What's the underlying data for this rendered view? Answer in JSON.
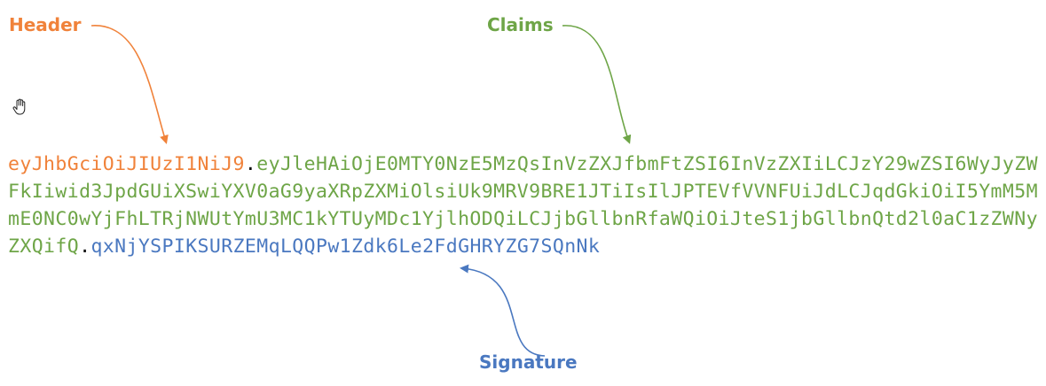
{
  "labels": {
    "header": "Header",
    "claims": "Claims",
    "signature": "Signature"
  },
  "token": {
    "header": "eyJhbGciOiJIUzI1NiJ9",
    "sep1": ".",
    "claims": "eyJleHAiOjE0MTY0NzE5MzQsInVzZXJfbmFtZSI6InVzZXIiLCJzY29wZSI6WyJyZWFkIiwid3JpdGUiXSwiYXV0aG9yaXRpZXMiOlsiUk9MRV9BRE1JTiIsIlJPTEVfVVNFUiJdLCJqdGkiOiI5YmM5MmE0NC0wYjFhLTRjNWUtYmU3MC1kYTUyMDc1YjlhODQiLCJjbGllbnRfaWQiOiJteS1jbGllbnQtd2l0aC1zZWNyZXQifQ",
    "sep2": ".",
    "signature": "qxNjYSPIKSURZEMqLQQPw1Zdk6Le2FdGHRYZG7SQnNk"
  },
  "colors": {
    "header": "#f0823a",
    "claims": "#6ea547",
    "signature": "#4a78c0",
    "separator": "#111111"
  },
  "icons": {
    "cursor": "hand-cursor-icon"
  }
}
